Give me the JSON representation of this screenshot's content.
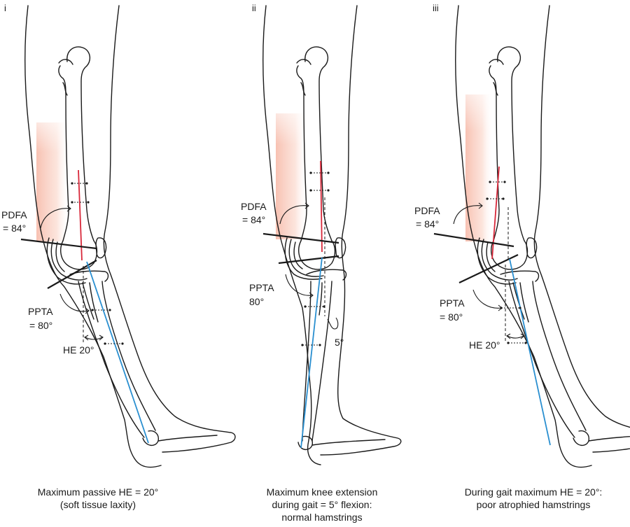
{
  "panels": [
    {
      "numeral": "i",
      "pdfa_label": "PDFA",
      "pdfa_value": "= 84°",
      "ppta_label": "PPTA",
      "ppta_value": "= 80°",
      "angle_label": "HE 20°",
      "caption": [
        "Maximum passive HE = 20°",
        "(soft tissue laxity)"
      ]
    },
    {
      "numeral": "ii",
      "pdfa_label": "PDFA",
      "pdfa_value": "= 84°",
      "ppta_label": "PPTA",
      "ppta_value": "80°",
      "angle_label": "5°",
      "caption": [
        "Maximum knee extension",
        "during gait = 5°  flexion:",
        "normal hamstrings"
      ]
    },
    {
      "numeral": "iii",
      "pdfa_label": "PDFA",
      "pdfa_value": "= 84°",
      "ppta_label": "PPTA",
      "ppta_value": "= 80°",
      "angle_label": "HE 20°",
      "caption": [
        "During gait maximum HE = 20°:",
        "poor atrophied hamstrings"
      ]
    }
  ],
  "colors": {
    "femur_axis": "#d8283a",
    "tibia_axis": "#2a8fd0",
    "hamstring_shading": "#f4a08c",
    "outline": "#1a1a1a"
  }
}
